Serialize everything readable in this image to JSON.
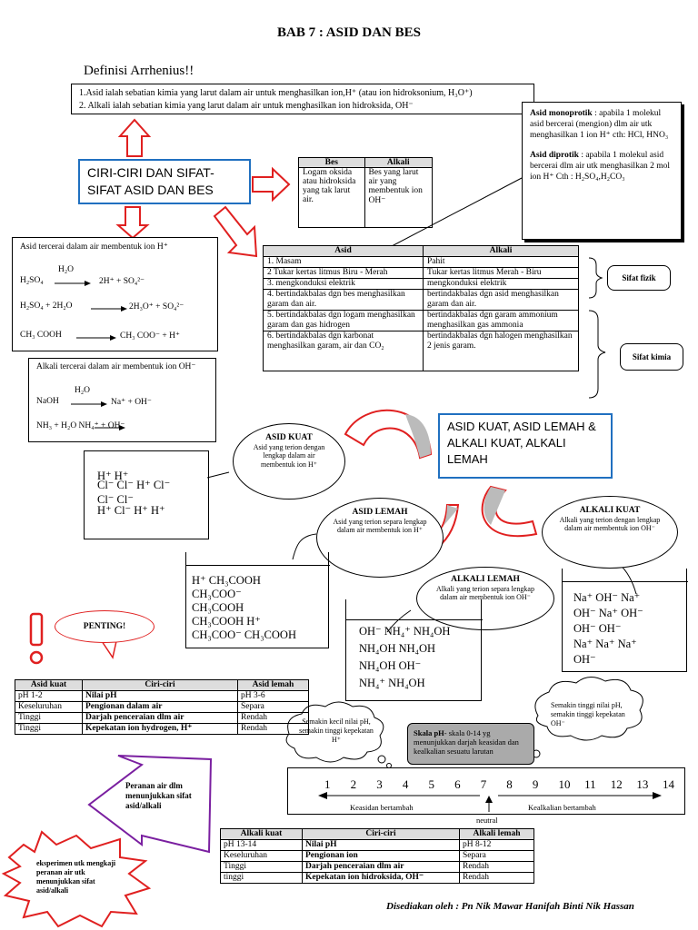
{
  "title": "BAB 7 : ASID DAN BES",
  "definition": {
    "heading": "Definisi Arrhenius!!",
    "line1_label": "Asid",
    "line1": "1.Asid ialah sebatian kimia yang larut dalam air untuk menghasilkan ion,H⁺ (atau ion hidroksonium, H₃O⁺)",
    "line2": "2. Alkali ialah sebatian kimia yang larut dalam air untuk menghasilkan ion hidroksida, OH⁻"
  },
  "ciri_box": "CIRI-CIRI DAN SIFAT-SIFAT ASID DAN BES",
  "note": {
    "mono_title": "Asid monoprotik",
    "mono_text": ": apabila 1 molekul asid bercerai (mengion) dlm air utk menghasilkan 1 ion H⁺ cth: HCl, HNO₃",
    "di_title": "Asid diprotik",
    "di_text": ": apabila 1 molekul asid bercerai dlm air utk menghasilkan 2 mol ion H⁺ Cth : H₂SO₄,H₂CO₃"
  },
  "bes_table": {
    "headers": [
      "Bes",
      "Alkali"
    ],
    "row": [
      "Logam oksida atau hidroksida yang tak larut air.",
      "Bes yang larut air yang membentuk ion OH⁻"
    ]
  },
  "main_table": {
    "headers": [
      "Asid",
      "Alkali"
    ],
    "rows": [
      [
        "1.  Masam",
        "Pahit"
      ],
      [
        "2  Tukar kertas litmus Biru - Merah",
        "Tukar kertas litmus Merah - Biru"
      ],
      [
        "3.  mengkonduksi elektrik",
        " mengkonduksi elektrik"
      ],
      [
        "4.  bertindakbalas dgn bes menghasilkan garam dan air.",
        "bertindakbalas dgn asid menghasilkan garam dan air."
      ],
      [
        "5.  bertindakbalas dgn logam menghasilkan garam dan gas hidrogen",
        "bertindakbalas dgn garam ammonium menghasilkan gas ammonia"
      ],
      [
        "6.  bertindakbalas dgn karbonat menghasilkan garam, air dan CO₂",
        "bertindakbalas dgn halogen menghasilkan 2 jenis garam."
      ]
    ]
  },
  "sifat_fizik": "Sifat fizik",
  "sifat_kimia": "Sifat kimia",
  "acid_box": {
    "heading": "Asid tercerai dalam air membentuk ion H⁺",
    "eq1_top": "H₂O",
    "eq1_left": "H₂SO₄",
    "eq1_right": "2H⁺ + SO₄²⁻",
    "eq2_left": "H₂SO₄ +  2H₂O",
    "eq2_right": "2H₃O⁺ + SO₄²⁻",
    "eq3_left": "CH₃ COOH",
    "eq3_right": "CH₃ COO⁻ + H⁺"
  },
  "alk_box": {
    "heading": "Alkali tercerai dalam air membentuk ion OH⁻",
    "eq1_top": "H₂O",
    "eq1_left": "NaOH",
    "eq1_right": "Na⁺   +   OH⁻",
    "eq2": "NH₃ + H₂O             NH₄⁺ + OH⁻"
  },
  "asid_kuat": {
    "title": "ASID KUAT",
    "text": "Asid yang terion dengan lengkap dalam air membentuk ion H⁺"
  },
  "asid_lemah": {
    "title": "ASID LEMAH",
    "text": "Asid yang terion separa lengkap dalam air membentuk ion H⁺"
  },
  "alkali_kuat": {
    "title": "ALKALI KUAT",
    "text": "Alkali yang terion dengan lengkap dalam air membentuk ion OH⁻"
  },
  "alkali_lemah": {
    "title": "ALKALI LEMAH",
    "text": "Alkali yang terion separa lengkap dalam air membentuk ion OH⁻"
  },
  "blue_box": "ASID KUAT, ASID LEMAH & ALKALI KUAT, ALKALI LEMAH",
  "beaker_strong_acid": [
    "H⁺           H⁺",
    "Cl⁻    Cl⁻  H⁺    Cl⁻",
    "        Cl⁻    Cl⁻",
    "H⁺  Cl⁻   H⁺     H⁺"
  ],
  "beaker_weak_acid": [
    "H⁺        CH₃COOH",
    "CH₃COO⁻",
    "             CH₃COOH",
    "CH₃COOH          H⁺",
    "CH₃COO⁻  CH₃COOH"
  ],
  "beaker_weak_alk": [
    "OH⁻   NH₄⁺  NH₄OH",
    "NH₄OH      NH₄OH",
    "  NH₄OH       OH⁻",
    "NH₄⁺         NH₄OH"
  ],
  "beaker_strong_alk": [
    "Na⁺    OH⁻     Na⁺",
    "OH⁻         Na⁺    OH⁻",
    "          OH⁻   OH⁻",
    "Na⁺           Na⁺   Na⁺",
    "         OH⁻"
  ],
  "penting": "PENTING!",
  "acid_cmp": {
    "headers": [
      "Asid kuat",
      "Ciri-ciri",
      "Asid lemah"
    ],
    "rows": [
      [
        "pH 1-2",
        "Nilai pH",
        "pH 3-6"
      ],
      [
        "Keseluruhan",
        "Pengionan dalam air",
        "Separa"
      ],
      [
        "Tinggi",
        "Darjah penceraian dlm air",
        "Rendah"
      ],
      [
        "Tinggi",
        "Kepekatan ion hydrogen, H⁺",
        "Rendah"
      ]
    ]
  },
  "alk_cmp": {
    "headers": [
      "Alkali kuat",
      "Ciri-ciri",
      "Alkali lemah"
    ],
    "rows": [
      [
        "pH 13-14",
        "Nilai pH",
        "pH 8-12"
      ],
      [
        "Keseluruhan",
        "Pengionan ion",
        "Separa"
      ],
      [
        "Tinggi",
        "Darjah penceraian dlm air",
        "Rendah"
      ],
      [
        "tinggi",
        "Kepekatan ion hidroksida, OH⁻",
        "Rendah"
      ]
    ]
  },
  "cloud_left": "Semakin kecil nilai pH, semakin tinggi kepekatan  H⁺",
  "cloud_right": "Semakin tinggi nilai pH,  semakin tinggi kepekatan OH⁻",
  "skala": {
    "label": "Skala pH",
    "text": "- skala 0-14 yg menunjukkan darjah keasidan dan kealkalian sesuatu larutan"
  },
  "ph_numbers": [
    "1",
    "2",
    "3",
    "4",
    "5",
    "6",
    "7",
    "8",
    "9",
    "10",
    "11",
    "12",
    "13",
    "14"
  ],
  "keasidan": "Keasidan bertambah",
  "kealkalian": "Kealkalian bertambah",
  "neutral": "neutral",
  "peranan": "Peranan air dlm menunjukkan sifat asid/alkali",
  "eksperimen": "eksperimen  utk mengkaji peranan air utk menunjukkan sifat asid/alkali",
  "signature": "Disediakan oleh : Pn Nik Mawar Hanifah Binti Nik Hassan",
  "colors": {
    "accent_blue": "#2070c0",
    "arrow_red": "#e02020"
  }
}
